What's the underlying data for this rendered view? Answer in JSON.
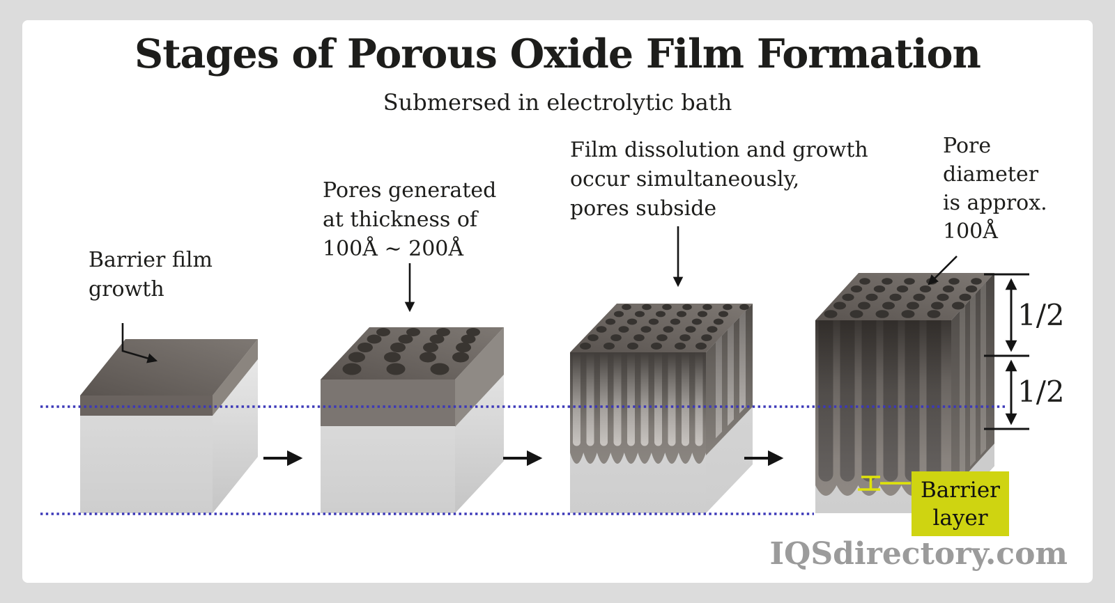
{
  "title": "Stages of Porous Oxide Film Formation",
  "subtitle": "Submersed in electrolytic bath",
  "stages": [
    {
      "lines": [
        "Barrier film",
        "growth"
      ]
    },
    {
      "lines": [
        "Pores generated",
        "at thickness of",
        "100Å ∼ 200Å"
      ]
    },
    {
      "lines": [
        "Film dissolution and growth",
        "occur simultaneously,",
        "pores subside"
      ]
    },
    {
      "lines": [
        "Pore",
        "diameter",
        "is approx.",
        "100Å"
      ]
    }
  ],
  "dimension_labels": [
    "1/2",
    "1/2"
  ],
  "barrier_layer": {
    "lines": [
      "Barrier",
      "layer"
    ]
  },
  "watermark": "IQSdirectory.com",
  "colors": {
    "dotted_line": "#3c38b8",
    "barrier_box": "#cfd411",
    "indicator_yellow": "#dfe30a",
    "watermark_gray": "#9b9b9b",
    "oxide_dark": "#46423f",
    "pore_dark": "#363330",
    "substrate_gray": "#d5d5d5"
  }
}
